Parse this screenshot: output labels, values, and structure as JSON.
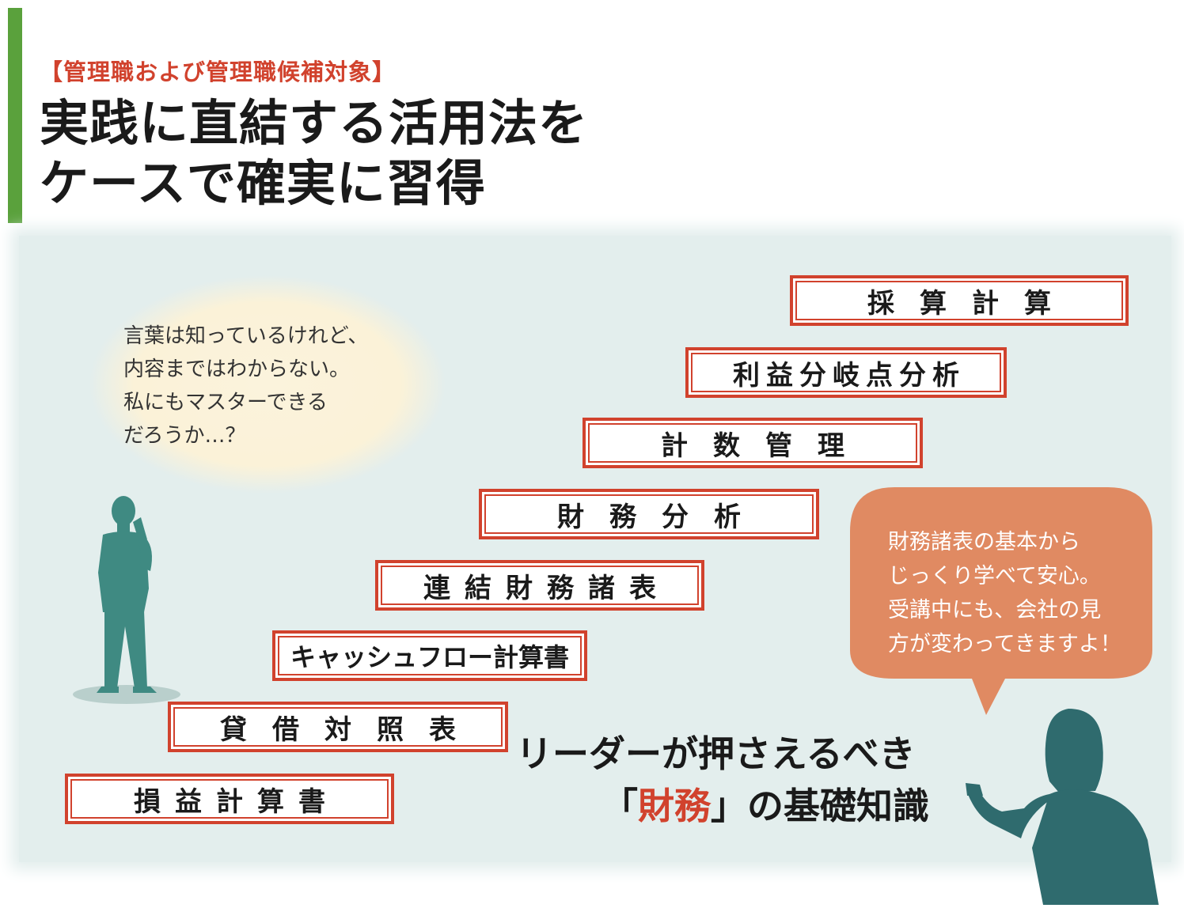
{
  "header": {
    "subtitle": "【管理職および管理職候補対象】",
    "title_line1": "実践に直結する活用法を",
    "title_line2": "ケースで確実に習得"
  },
  "steps": [
    {
      "label": "採算計算"
    },
    {
      "label": "利益分岐点分析"
    },
    {
      "label": "計数管理"
    },
    {
      "label": "財務分析"
    },
    {
      "label": "連結財務諸表"
    },
    {
      "label": "キャッシュフロー計算書"
    },
    {
      "label": "貸借対照表"
    },
    {
      "label": "損益計算書"
    }
  ],
  "thought_bubble": {
    "lines": [
      "言葉は知っているけれど、",
      "内容まではわからない。",
      "私にもマスターできる",
      "だろうか…？"
    ]
  },
  "speech_bubble": {
    "lines": [
      "財務諸表の基本から",
      "じっくり学べて安心。",
      "受講中にも、会社の見",
      "方が変わってきますよ！"
    ]
  },
  "headline": {
    "line1": "リーダーが押さえるべき",
    "open_bracket": "「",
    "highlight": "財務",
    "close_bracket": "」",
    "line2_rest": "の基礎知識"
  },
  "colors": {
    "accent": "#d1422d",
    "green": "#5aa13c",
    "panel": "#e3eeed",
    "man": "#3f8a82",
    "woman": "#2f6b6e",
    "bubble": "#e08a62"
  }
}
